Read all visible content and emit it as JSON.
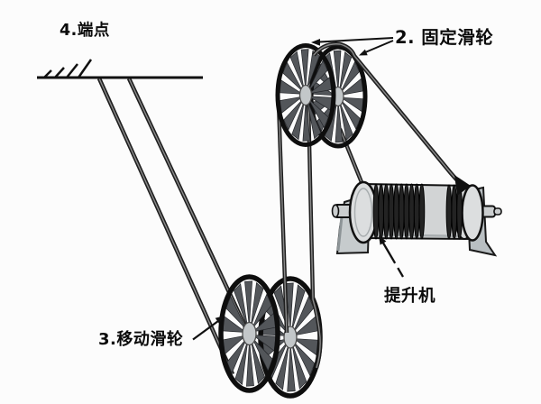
{
  "diagram": {
    "type": "pulley-system-schematic",
    "labels": {
      "endpoint": {
        "text": "4.端点"
      },
      "fixed_pulley": {
        "text": "2. 固定滑轮"
      },
      "movable_pulley": {
        "text": "3.移动滑轮"
      },
      "hoist": {
        "text": "提升机"
      }
    },
    "colors": {
      "background": "#fcfcfc",
      "ink": "#111111",
      "rim": "#0e0e0e",
      "spoke": "#53565a",
      "hub": "#c3c7c9",
      "rope_dark": "#1f1f1f",
      "rope_core": "#8a8a8a",
      "metal_light": "#dcdedf",
      "metal_mid": "#c6cbcd",
      "metal_shade": "#a8adaf",
      "coil": "#232323"
    }
  }
}
